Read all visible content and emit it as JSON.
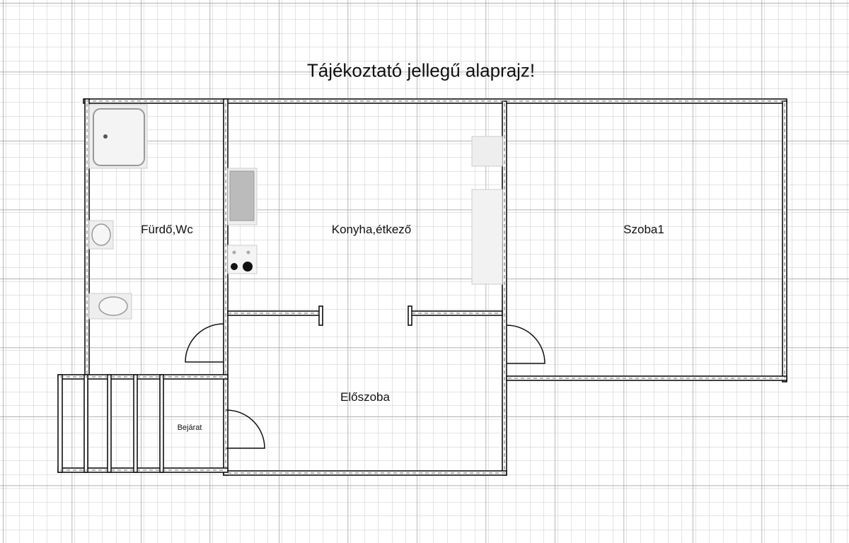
{
  "title": "Tájékoztató jellegű alaprajz!",
  "rooms": {
    "bath": "Fürdő,Wc",
    "kitchen": "Konyha,étkező",
    "room1": "Szoba1",
    "hall": "Előszoba",
    "entrance": "Bejárat"
  },
  "colors": {
    "grid_minor": "#c8c8c8",
    "grid_major": "#9a9a9a",
    "wall": "#111111"
  }
}
